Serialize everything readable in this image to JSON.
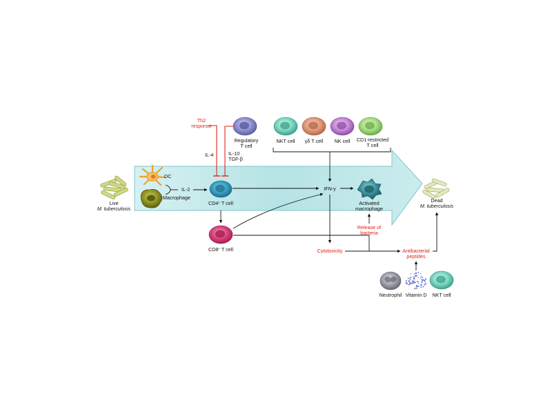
{
  "colors": {
    "arrow_fill": "#b9e5e6",
    "arrow_stroke": "#7cc6c9",
    "red": "#e0201a",
    "black": "#111111",
    "bacteria": "#c9d67a"
  },
  "labels": {
    "live_line1": "Live",
    "live_line2": "M. tuberculosis",
    "dead_line1": "Dead",
    "dead_line2": "M. tuberculosis",
    "dc": "DC",
    "macrophage": "Macrophage",
    "il2": "IL-2",
    "cd4": "CD4",
    "cd4_sup": "+",
    "cd4_suffix": " T cell",
    "cd8": "CD8",
    "cd8_sup": "+",
    "cd8_suffix": " T cell",
    "th2_line1": "Th2",
    "th2_line2": "response",
    "il4": "IL-4",
    "il10_line1": "IL-10",
    "il10_line2": "TGF-β",
    "treg_line1": "Regulatory",
    "treg_line2": "T cell",
    "nkt_top": "NKT cell",
    "gdt": "γδ T cell",
    "nk": "NK cell",
    "cd1_line1": "CD1-restricted",
    "cd1_line2": "T cell",
    "ifng": "IFN-γ",
    "activated_line1": "Activated",
    "activated_line2": "macrophage",
    "release_line1": "Release of",
    "release_line2": "bacteria",
    "cytotoxicity": "Cytotoxicity",
    "antibacterial_line1": "Antibacterial",
    "antibacterial_line2": "peptides",
    "neutrophil": "Neutrophil",
    "vitamin_d": "Vitamin D",
    "nkt_bottom": "NKT cell"
  },
  "icons": {
    "live_bacteria": "rod-bacteria-cluster-icon",
    "dead_bacteria": "rod-bacteria-cluster-icon",
    "dc": "dendritic-cell-icon",
    "macrophage": "macrophage-icon",
    "cd4": "t-cell-icon",
    "cd8": "t-cell-icon",
    "treg": "t-cell-icon",
    "activated_macrophage": "activated-macrophage-icon",
    "neutrophil": "neutrophil-icon",
    "vitamin_d": "vitamin-d-dots-icon"
  }
}
